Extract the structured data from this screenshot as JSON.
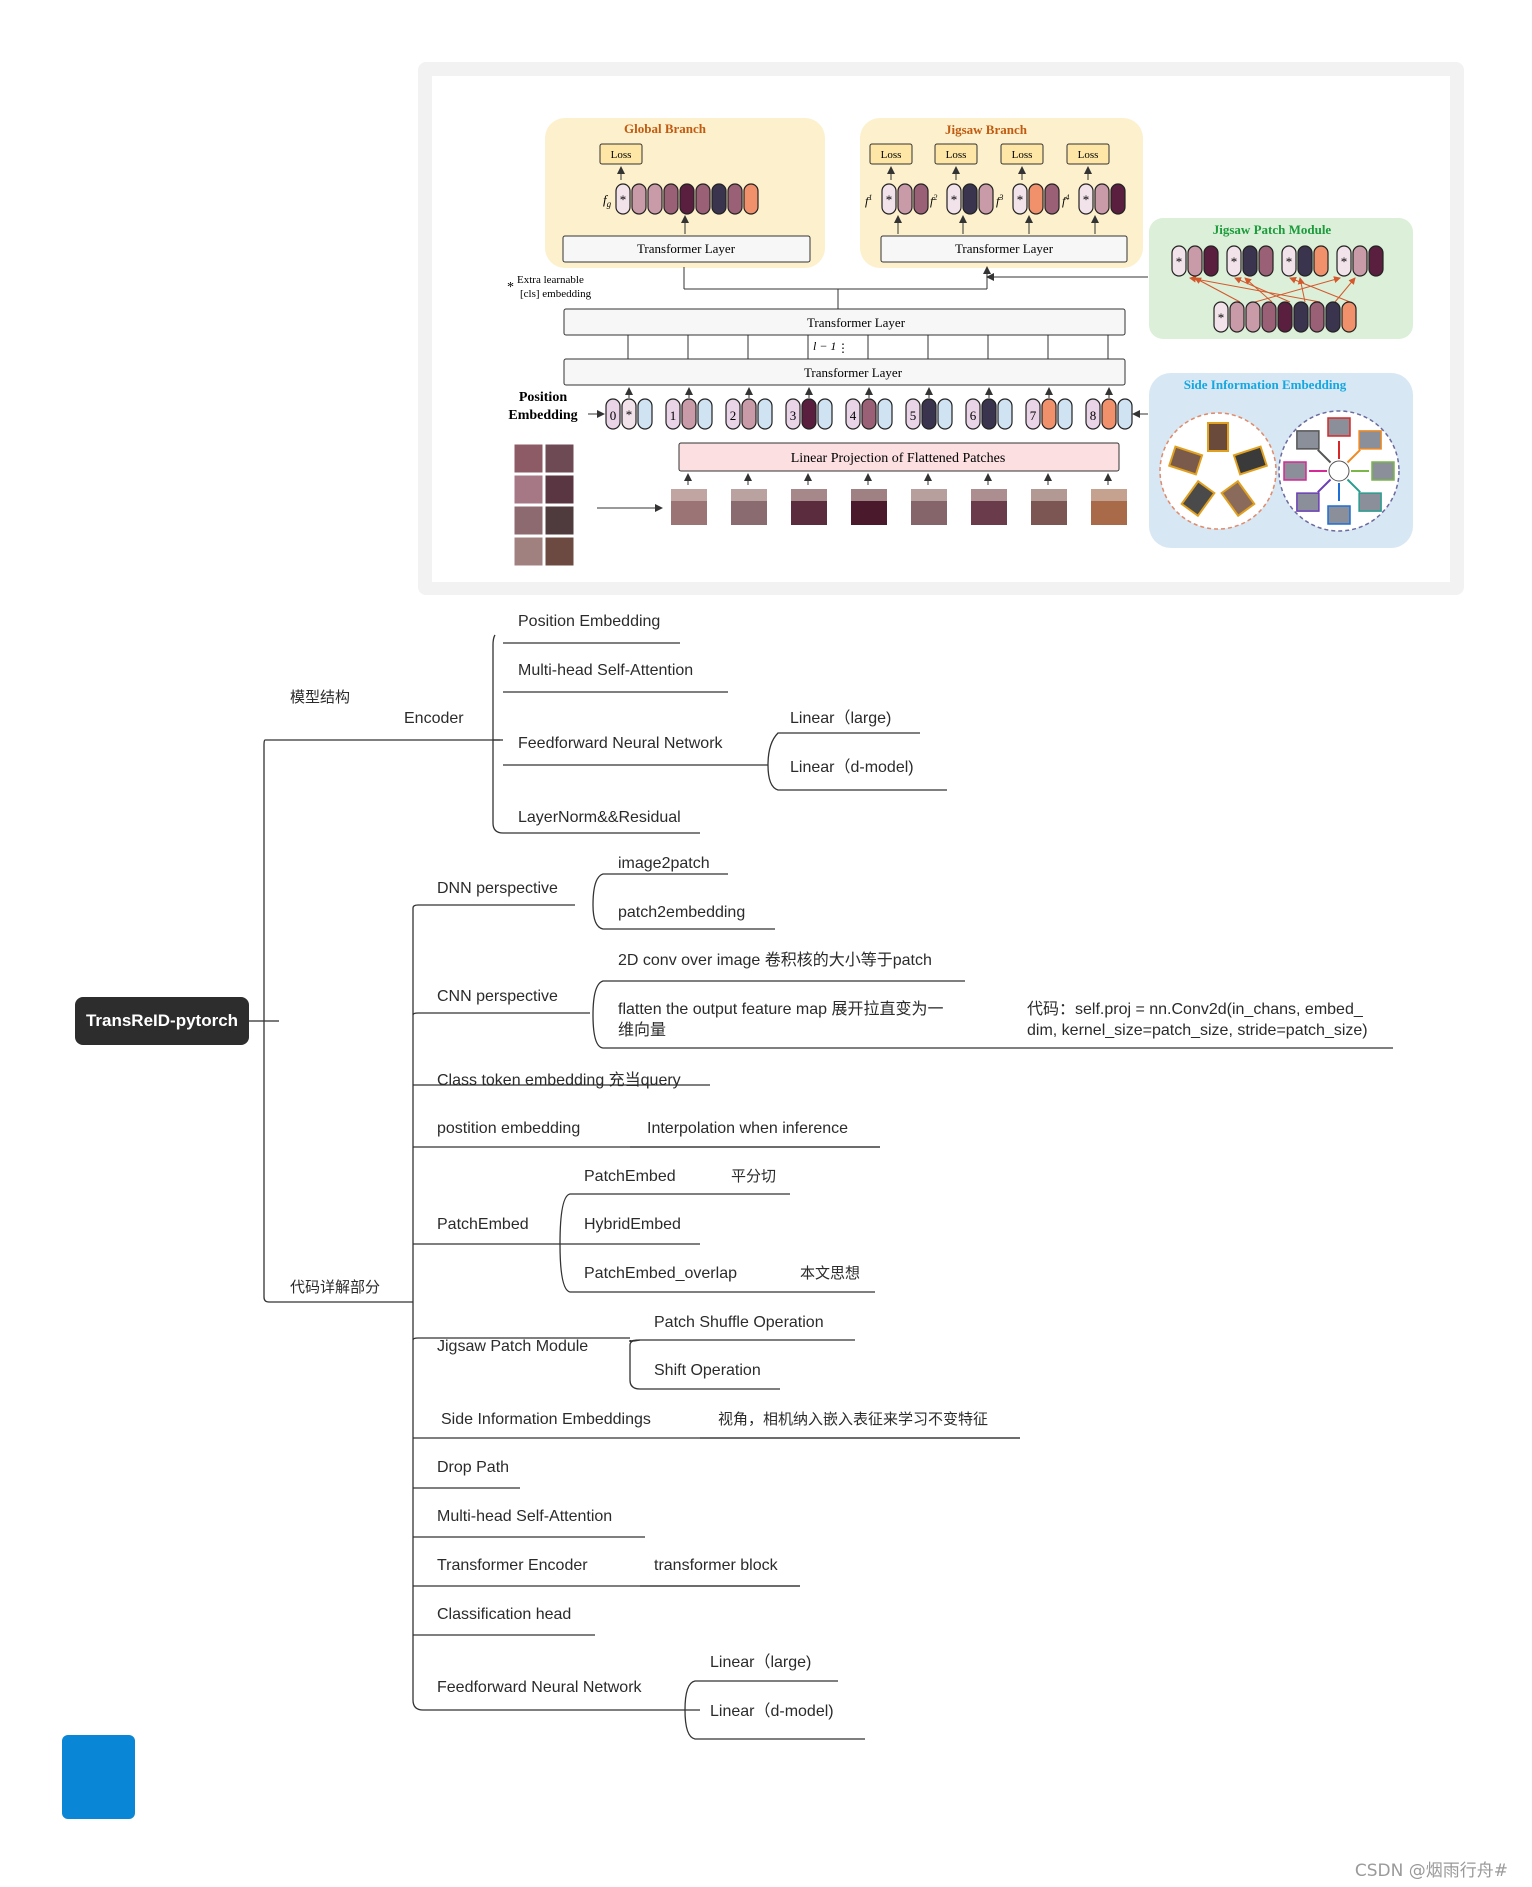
{
  "architecture": {
    "global_branch_title": "Global Branch",
    "jigsaw_branch_title": "Jigsaw Branch",
    "jigsaw_patch_module_title": "Jigsaw Patch Module",
    "side_info_title": "Side Information Embedding",
    "loss_label": "Loss",
    "transformer_layer_label": "Transformer Layer",
    "l_minus_one_label": "l − 1",
    "extra_learnable_line1": "Extra learnable",
    "extra_learnable_line2": "[cls] embedding",
    "position_embedding_line1": "Position",
    "position_embedding_line2": "Embedding",
    "linear_projection_label": "Linear Projection of Flattened Patches",
    "fg_label": "f",
    "fg_sub": "g",
    "fl_labels": [
      "fl1",
      "fl2",
      "fl3",
      "fl4"
    ],
    "position_indices": [
      "0",
      "1",
      "2",
      "3",
      "4",
      "5",
      "6",
      "7",
      "8"
    ],
    "colors": {
      "global_bg": "#fdf0cc",
      "jigsaw_branch_bg": "#fdf0cc",
      "jpm_bg": "#dcefd8",
      "sie_bg": "#d7e7f4",
      "loss_fill": "#fde6a6",
      "linear_proj_fill": "#fbdfe1",
      "branch_title": "#c15b12",
      "jpm_title": "#1b9b3c",
      "sie_title": "#14a7e0",
      "tok_light": "#f2e2ea",
      "tok_pink": "#c99aa8",
      "tok_mauve": "#9a6076",
      "tok_dark": "#5a1e3e",
      "tok_navy": "#3a344e",
      "tok_orange": "#f0916b",
      "tok_blue": "#cfe3f2"
    }
  },
  "mindmap": {
    "root": "TransReID-pytorch",
    "model_structure": "模型结构",
    "encoder": "Encoder",
    "position_embedding": "Position Embedding",
    "multi_head_1": "Multi-head Self-Attention",
    "ffn_1": "Feedforward Neural Network",
    "linear_large_1": "Linear（large)",
    "linear_dmodel_1": "Linear（d-model)",
    "layernorm": "LayerNorm&&Residual",
    "code_detail": "代码详解部分",
    "dnn_perspective": "DNN perspective",
    "image2patch": "image2patch",
    "patch2embedding": "patch2embedding",
    "cnn_perspective": "CNN perspective",
    "conv_2d": "2D conv over image  卷积核的大小等于patch",
    "flatten_line1": "flatten the output feature map  展开拉直变为一",
    "flatten_line2": "维向量",
    "code_line1": "代码：self.proj = nn.Conv2d(in_chans, embed_",
    "code_line2": "dim, kernel_size=patch_size, stride=patch_size)",
    "class_token": "Class token embedding 充当query",
    "postition_embedding": "postition embedding",
    "interpolation": "Interpolation when inference",
    "patchembed_group": "PatchEmbed",
    "patchembed": "PatchEmbed",
    "ping_fen_qie": "平分切",
    "hybridembed": "HybridEmbed",
    "patchembed_overlap": "PatchEmbed_overlap",
    "ben_wen_si_xiang": "本文思想",
    "jigsaw_patch_module": "Jigsaw Patch Module",
    "patch_shuffle": "Patch Shuffle Operation",
    "shift_operation": "Shift Operation",
    "side_info": "Side Information Embeddings",
    "side_info_note": "视角，相机纳入嵌入表征来学习不变特征",
    "drop_path": "Drop Path",
    "multi_head_2": "Multi-head Self-Attention",
    "transformer_encoder": "Transformer Encoder",
    "transformer_block": "transformer block",
    "classification_head": "Classification head",
    "ffn_2": "Feedforward Neural Network",
    "linear_large_2": "Linear（large)",
    "linear_dmodel_2": "Linear（d-model)"
  },
  "watermark": "CSDN @烟雨行舟#"
}
